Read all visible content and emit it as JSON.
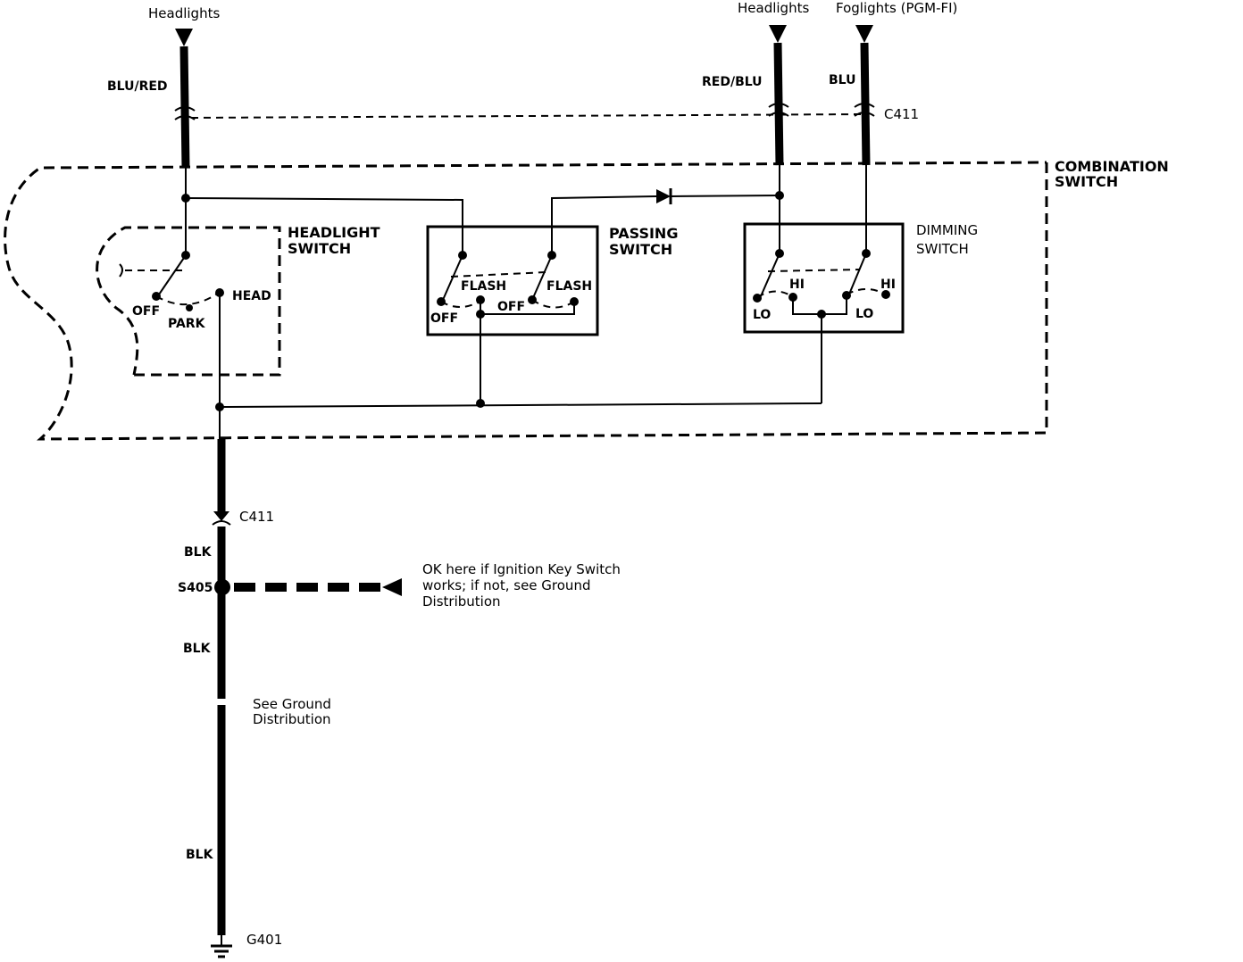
{
  "top_labels": {
    "headlights_left": "Headlights",
    "headlights_right": "Headlights",
    "foglights": "Foglights (PGM-FI)"
  },
  "wire_colors": {
    "blu_red": "BLU/RED",
    "red_blu": "RED/BLU",
    "blu": "BLU",
    "blk_1": "BLK",
    "blk_2": "BLK",
    "blk_3": "BLK"
  },
  "connectors": {
    "c411_top": "C411",
    "c411_bottom": "C411",
    "s405": "S405",
    "g401": "G401"
  },
  "combination_switch": {
    "line1": "COMBINATION",
    "line2": "SWITCH"
  },
  "headlight_switch": {
    "line1": "HEADLIGHT",
    "line2": "SWITCH",
    "off": "OFF",
    "park": "PARK",
    "head": "HEAD"
  },
  "passing_switch": {
    "line1": "PASSING",
    "line2": "SWITCH",
    "flash_1": "FLASH",
    "flash_2": "FLASH",
    "off_1": "OFF",
    "off_2": "OFF"
  },
  "dimming_switch": {
    "line1": "DIMMING",
    "line2": "SWITCH",
    "hi_1": "HI",
    "hi_2": "HI",
    "lo_1": "LO",
    "lo_2": "LO"
  },
  "notes": {
    "ok_line1": "OK here if Ignition Key Switch",
    "ok_line2": "works; if not, see Ground",
    "ok_line3": "Distribution",
    "see_line1": "See Ground",
    "see_line2": "Distribution"
  }
}
